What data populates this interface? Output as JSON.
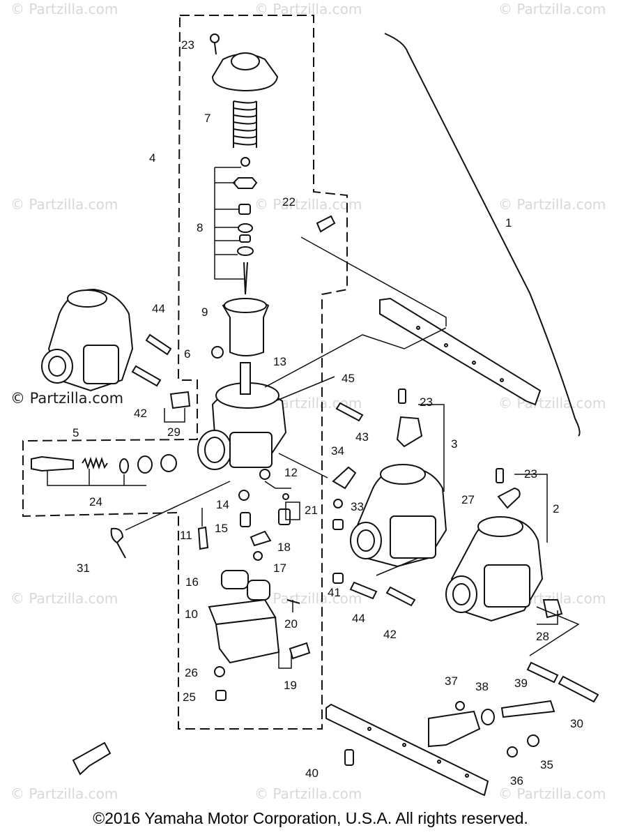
{
  "watermarks": {
    "text": "© Partzilla.com",
    "featured": "© Partzilla.com"
  },
  "callouts": [
    "1",
    "2",
    "3",
    "4",
    "5",
    "6",
    "7",
    "8",
    "9",
    "10",
    "11",
    "12",
    "13",
    "14",
    "15",
    "16",
    "17",
    "18",
    "19",
    "20",
    "21",
    "22",
    "23",
    "23",
    "23",
    "24",
    "25",
    "26",
    "27",
    "28",
    "29",
    "30",
    "31",
    "33",
    "34",
    "35",
    "36",
    "37",
    "38",
    "39",
    "40",
    "41",
    "42",
    "42",
    "43",
    "44",
    "44",
    "45"
  ],
  "copyright": "©2016  Yamaha Motor Corporation, U.S.A. All rights reserved."
}
